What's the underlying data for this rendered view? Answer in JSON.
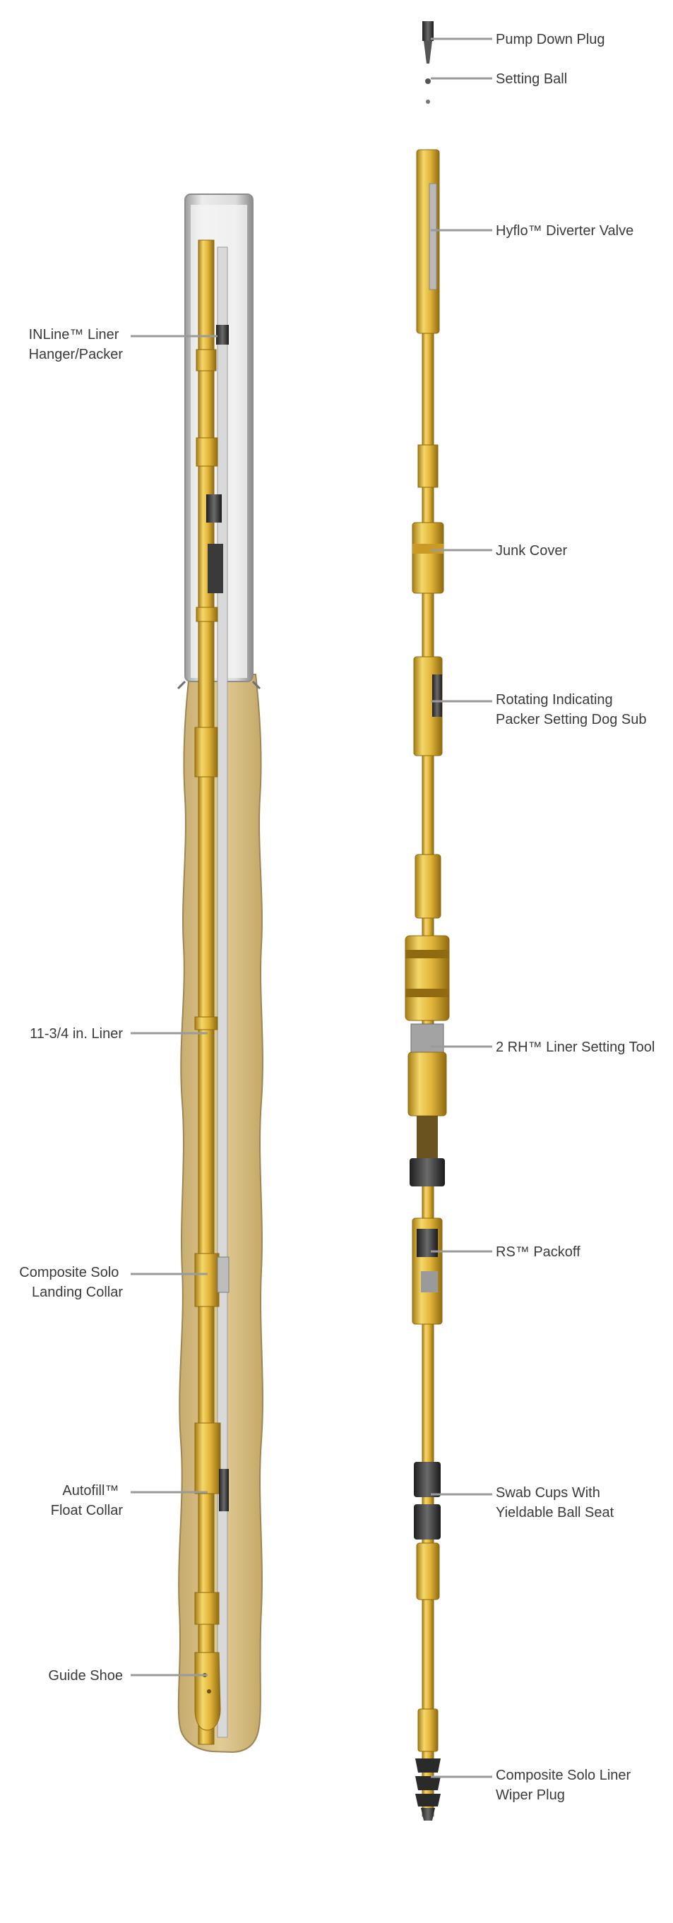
{
  "diagram": {
    "left_assembly_labels": [
      {
        "id": "inline-liner-hanger-packer",
        "lines": [
          "INLine™ Liner",
          "Hanger/Packer"
        ]
      },
      {
        "id": "liner-11-3-4",
        "lines": [
          "11-3/4 in. Liner"
        ]
      },
      {
        "id": "composite-solo-landing-collar",
        "lines": [
          "Composite Solo",
          "Landing Collar"
        ]
      },
      {
        "id": "autofill-float-collar",
        "lines": [
          "Autofill™",
          "Float Collar"
        ]
      },
      {
        "id": "guide-shoe",
        "lines": [
          "Guide Shoe"
        ]
      }
    ],
    "right_assembly_labels": [
      {
        "id": "pump-down-plug",
        "lines": [
          "Pump Down Plug"
        ]
      },
      {
        "id": "setting-ball",
        "lines": [
          "Setting Ball"
        ]
      },
      {
        "id": "hyflo-diverter-valve",
        "lines": [
          "Hyflo™ Diverter Valve"
        ]
      },
      {
        "id": "junk-cover",
        "lines": [
          "Junk Cover"
        ]
      },
      {
        "id": "rotating-indicating-packer-setting-dog-sub",
        "lines": [
          "Rotating Indicating",
          "Packer Setting Dog Sub"
        ]
      },
      {
        "id": "rh-liner-setting-tool",
        "lines": [
          "2 RH™ Liner Setting Tool"
        ]
      },
      {
        "id": "rs-packoff",
        "lines": [
          "RS™ Packoff"
        ]
      },
      {
        "id": "swab-cups-yieldable-ball-seat",
        "lines": [
          "Swab Cups With",
          "Yieldable Ball Seat"
        ]
      },
      {
        "id": "composite-solo-liner-wiper-plug",
        "lines": [
          "Composite Solo Liner",
          "Wiper Plug"
        ]
      }
    ]
  },
  "colors": {
    "tool_gold": "#e2b53a",
    "tool_gold_light": "#f4d76a",
    "tool_gold_dark": "#a57d15",
    "formation": "#d8bf85",
    "formation_edge": "#9c8656",
    "casing_gray": "#c9c9c9",
    "casing_edge": "#8d8d8d",
    "leader_gray": "#9a9a9a",
    "label_text": "#3a3a3a"
  }
}
